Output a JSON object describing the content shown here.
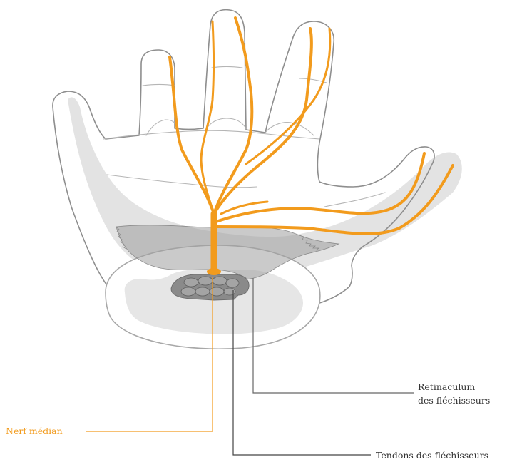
{
  "colors": {
    "nerve": "#F29B1D",
    "outline": "#8E8E8E",
    "skin_shadow": "#E3E3E3",
    "retinaculum": "#B9B9B9",
    "tendons": "#7A7A7A",
    "leader_dark": "#444444",
    "leader_gray": "#666666",
    "text_dark": "#333333"
  },
  "labels": {
    "nerf_median": "Nerf médian",
    "retinaculum_line1": "Retinaculum",
    "retinaculum_line2": "des fléchisseurs",
    "tendons": "Tendons des fléchisseurs"
  }
}
